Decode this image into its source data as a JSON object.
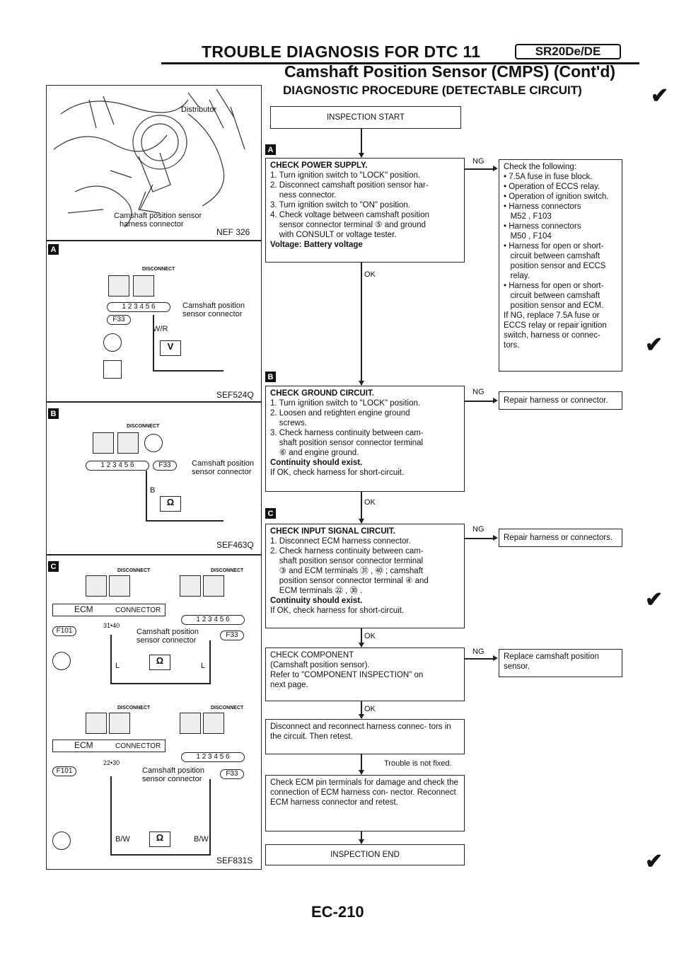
{
  "header": {
    "title": "TROUBLE DIAGNOSIS FOR DTC 11",
    "badge": "SR20De/DE",
    "section_title": "Camshaft Position Sensor (CMPS) (Cont'd)",
    "section_subtitle": "DIAGNOSTIC PROCEDURE (DETECTABLE CIRCUIT)"
  },
  "figures": {
    "photo": {
      "distributor": "Distributor",
      "harness_line1": "Camshaft position sensor",
      "harness_line2": "harness connector",
      "ref": "NEF 326"
    },
    "A": {
      "letter": "A",
      "disconnect": "DISCONNECT",
      "connector_pins": "1 2 3 4 5 6",
      "connector_id": "F33",
      "wire": "W/R",
      "label": "Camshaft position sensor connector",
      "meter": "V",
      "ref": "SEF524Q"
    },
    "B": {
      "letter": "B",
      "disconnect": "DISCONNECT",
      "connector_pins": "1 2 3 4 5 6",
      "connector_id": "F33",
      "wire": "B",
      "label": "Camshaft position sensor connector",
      "meter": "Ω",
      "ref": "SEF463Q"
    },
    "C": {
      "letter": "C",
      "disconnect": "DISCONNECT",
      "ecm": "ECM",
      "ecm_connector": "CONNECTOR",
      "ecm_id": "F101",
      "pins1": "31•40",
      "pins2": "22•30",
      "connector_pins": "1 2 3 4 5 6",
      "connector_id": "F33",
      "label": "Camshaft position sensor connector",
      "wire1": "L",
      "wire2": "B/W",
      "meter": "Ω",
      "ref": "SEF831S"
    }
  },
  "flow": {
    "start": "INSPECTION START",
    "end": "INSPECTION END",
    "ok": "OK",
    "ng": "NG",
    "not_fixed": "Trouble is not fixed.",
    "step_a": {
      "letter": "A",
      "title": "CHECK POWER SUPPLY.",
      "lines": [
        "1. Turn ignition switch to \"LOCK\" position.",
        "2. Disconnect camshaft position sensor har-",
        "    ness connector.",
        "3. Turn ignition switch to \"ON\" position.",
        "4. Check voltage between camshaft position",
        "    sensor connector terminal ⑤ and ground",
        "    with CONSULT or voltage tester."
      ],
      "result": "Voltage: Battery voltage"
    },
    "ng_a": {
      "lines": [
        "Check the following:",
        "• 7.5A fuse in fuse block.",
        "• Operation of ECCS relay.",
        "• Operation of ignition switch.",
        "• Harness connectors",
        "   M52 , F103",
        "• Harness connectors",
        "   M50 , F104",
        "• Harness for open or short-",
        "   circuit between camshaft",
        "   position sensor and ECCS",
        "   relay.",
        "• Harness for open or short-",
        "   circuit between camshaft",
        "   position sensor and ECM.",
        "If NG, replace 7.5A fuse or",
        "ECCS relay or repair ignition",
        "switch, harness or connec-",
        "tors."
      ]
    },
    "step_b": {
      "letter": "B",
      "title": "CHECK GROUND CIRCUIT.",
      "lines": [
        "1. Turn ignition switch to \"LOCK\" position.",
        "2. Loosen and retighten engine ground",
        "    screws.",
        "3. Check harness continuity between cam-",
        "    shaft position sensor connector terminal",
        "    ⑥ and engine ground."
      ],
      "result": "Continuity should exist.",
      "note": "If OK, check harness for short-circuit."
    },
    "ng_b": "Repair harness or connector.",
    "step_c": {
      "letter": "C",
      "title": "CHECK INPUT SIGNAL CIRCUIT.",
      "lines": [
        "1. Disconnect ECM harness connector.",
        "2. Check harness continuity between cam-",
        "    shaft position sensor connector terminal",
        "    ③ and ECM terminals ㉛ , ㊵ ; camshaft",
        "    position sensor connector terminal ④ and",
        "    ECM terminals ㉒ , ㉚ ."
      ],
      "result": "Continuity should exist.",
      "note": "If OK, check harness for short-circuit."
    },
    "ng_c": "Repair harness or connectors.",
    "step_d": {
      "title": "CHECK COMPONENT",
      "lines": [
        "(Camshaft position sensor).",
        "Refer to \"COMPONENT INSPECTION\" on",
        "next page."
      ]
    },
    "ng_d": "Replace camshaft position sensor.",
    "step_e": "Disconnect and reconnect harness connec- tors in the circuit. Then retest.",
    "step_f": "Check ECM pin terminals for damage and check the connection of ECM harness con- nector. Reconnect ECM harness connector and retest."
  },
  "footer": {
    "page": "EC-210"
  }
}
